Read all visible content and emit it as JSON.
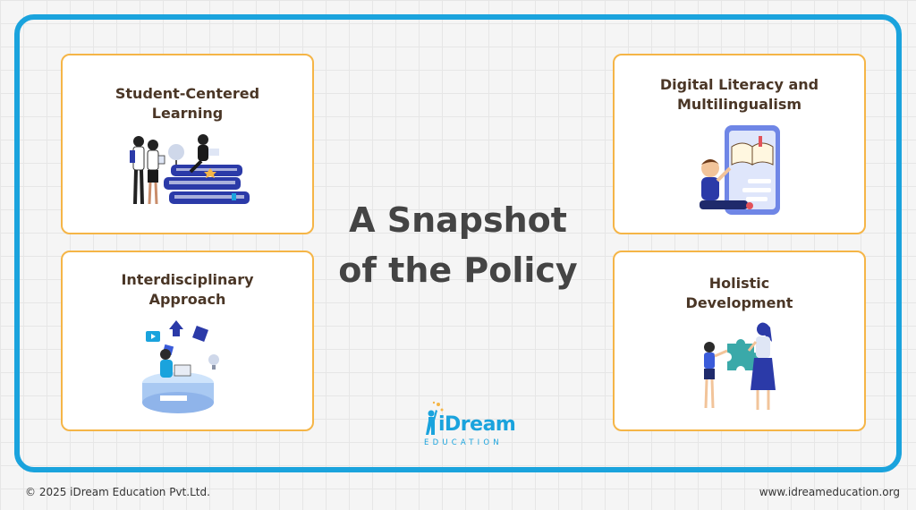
{
  "center_title": {
    "line1": "A Snapshot",
    "line2": "of the Policy"
  },
  "cards": [
    {
      "title_line1": "Student-Centered",
      "title_line2": "Learning",
      "icon": "students-books-illustration"
    },
    {
      "title_line1": "Digital Literacy and",
      "title_line2": "Multilingualism",
      "icon": "child-tablet-illustration"
    },
    {
      "title_line1": "Interdisciplinary",
      "title_line2": "Approach",
      "icon": "multimedia-learning-illustration"
    },
    {
      "title_line1": "Holistic",
      "title_line2": "Development",
      "icon": "puzzle-teacher-illustration"
    }
  ],
  "logo": {
    "name": "iDream",
    "subtitle": "EDUCATION"
  },
  "footer": {
    "copyright": "© 2025 iDream Education Pvt.Ltd.",
    "website": "www.idreameducation.org"
  },
  "colors": {
    "frame_border": "#1aa3dd",
    "card_border": "#f5b547",
    "title_text": "#4a3626",
    "center_title_text": "#444444",
    "brand_blue": "#1aa3dd"
  }
}
